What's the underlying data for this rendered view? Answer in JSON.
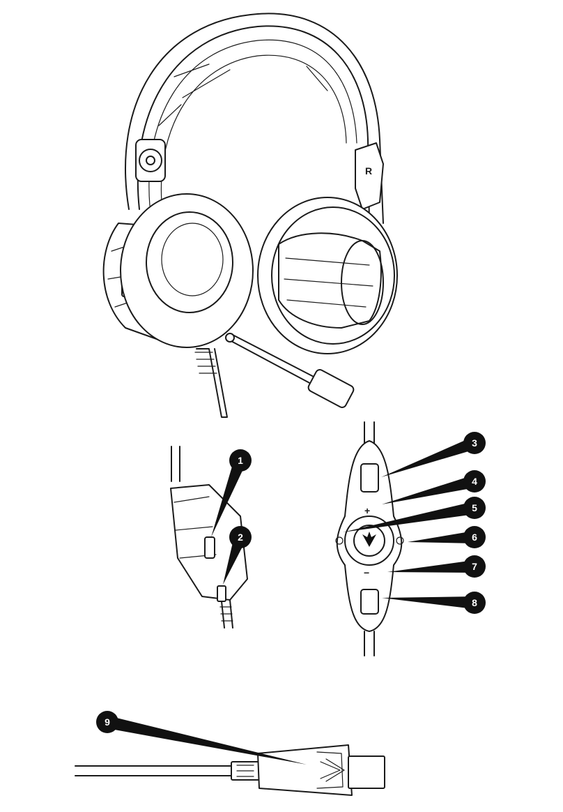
{
  "headset": {
    "side_marker": "R"
  },
  "callouts": [
    {
      "number": "1"
    },
    {
      "number": "2"
    },
    {
      "number": "3"
    },
    {
      "number": "4"
    },
    {
      "number": "5"
    },
    {
      "number": "6"
    },
    {
      "number": "7"
    },
    {
      "number": "8"
    },
    {
      "number": "9"
    }
  ],
  "controller": {
    "plus_symbol": "+",
    "minus_symbol": "−"
  }
}
